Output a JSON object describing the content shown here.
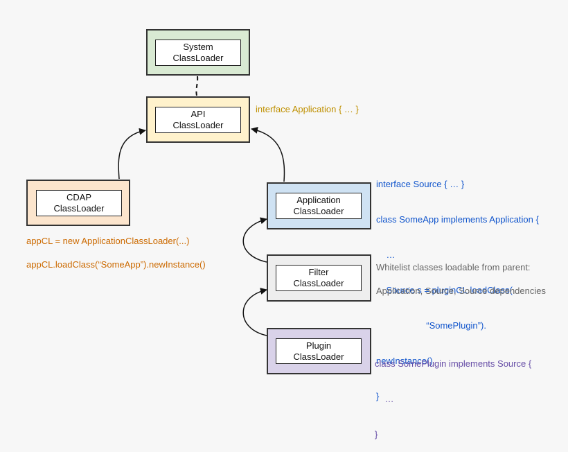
{
  "colors": {
    "system": "#d9ead3",
    "api": "#fff2cc",
    "cdap": "#fce5cd",
    "application": "#cfe2f3",
    "filter": "#eeeeee",
    "plugin": "#d9d2e9",
    "orange_text": "#cc6a00",
    "blue_text": "#1155cc",
    "gray_text": "#666666",
    "purple_text": "#674ea7",
    "api_note": "#bf9000"
  },
  "boxes": {
    "system": {
      "line1": "System",
      "line2": "ClassLoader"
    },
    "api": {
      "line1": "API",
      "line2": "ClassLoader"
    },
    "cdap": {
      "line1": "CDAP",
      "line2": "ClassLoader"
    },
    "application": {
      "line1": "Application",
      "line2": "ClassLoader"
    },
    "filter": {
      "line1": "Filter",
      "line2": "ClassLoader"
    },
    "plugin": {
      "line1": "Plugin",
      "line2": "ClassLoader"
    }
  },
  "notes": {
    "api_interface": "interface Application { … }",
    "cdap_line1": "appCL = new ApplicationClassLoader(...)",
    "cdap_line2": "appCL.loadClass(“SomeApp”).newInstance()",
    "app_code": [
      "interface Source { … }",
      "class SomeApp implements Application {",
      "    …",
      "    Source s = pluginCL.loadClass(",
      "                    “SomePlugin”).",
      "newInstance()",
      "}"
    ],
    "filter_line1": "Whitelist classes loadable from parent:",
    "filter_line2": "Application, Source, Source dependencies",
    "plugin_code": [
      "class SomePlugin implements Source {",
      "    …",
      "}"
    ]
  }
}
